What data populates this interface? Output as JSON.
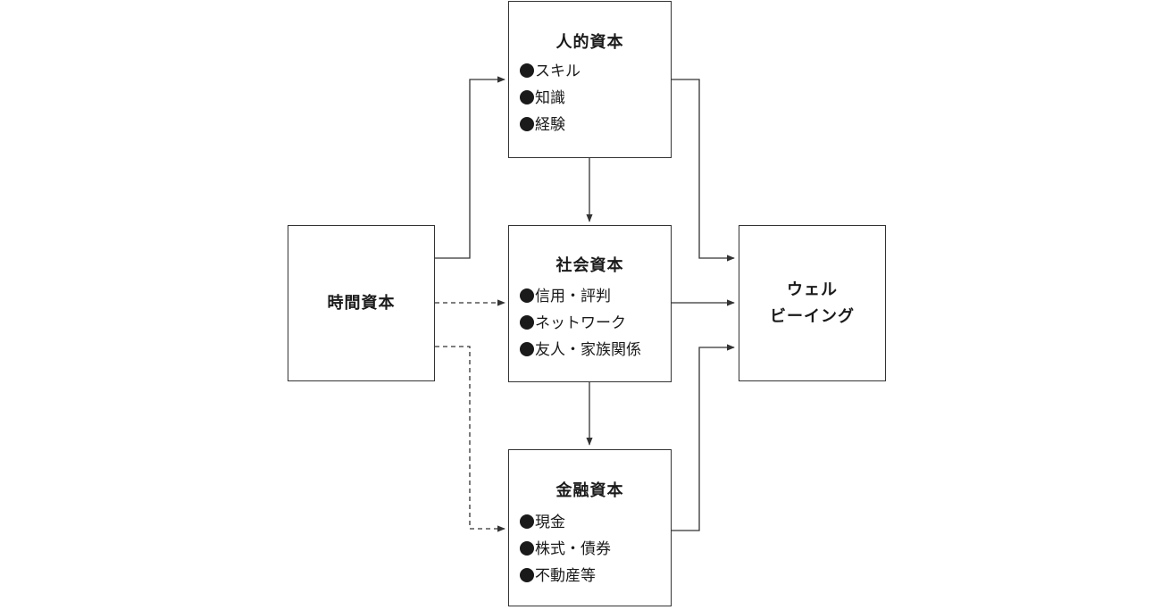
{
  "nodes": {
    "time": {
      "title": "時間資本"
    },
    "human": {
      "title": "人的資本",
      "items": [
        "スキル",
        "知識",
        "経験"
      ]
    },
    "social": {
      "title": "社会資本",
      "items": [
        "信用・評判",
        "ネットワーク",
        "友人・家族関係"
      ]
    },
    "financial": {
      "title": "金融資本",
      "items": [
        "現金",
        "株式・債券",
        "不動産等"
      ]
    },
    "wellbeing": {
      "lines": [
        "ウェル",
        "ビーイング"
      ]
    }
  }
}
